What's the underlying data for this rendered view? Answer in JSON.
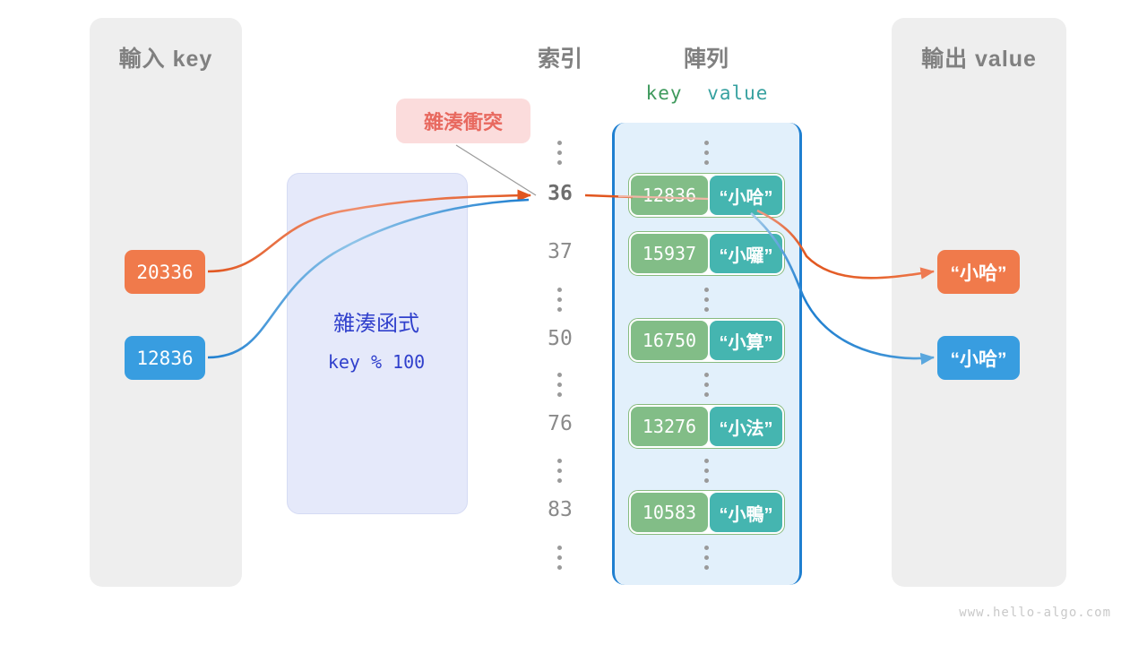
{
  "watermark": "www.hello-algo.com",
  "panels": {
    "input": {
      "title": "輸入 key"
    },
    "output": {
      "title": "輸出 value"
    }
  },
  "headings": {
    "index": "索引",
    "array": "陣列",
    "key": "key",
    "value": "value"
  },
  "hash_function": {
    "title": "雜湊函式",
    "formula": "key % 100"
  },
  "collision": {
    "label": "雜湊衝突",
    "colors": {
      "bg": "#fbdcdc",
      "text": "#e8695f"
    }
  },
  "inputs": [
    {
      "value": "20336",
      "color": "#f07a4b"
    },
    {
      "value": "12836",
      "color": "#389de0"
    }
  ],
  "outputs": [
    {
      "value": "“小哈”",
      "color": "#f07a4b"
    },
    {
      "value": "“小哈”",
      "color": "#389de0"
    }
  ],
  "index_column": [
    {
      "type": "dots"
    },
    {
      "type": "index",
      "label": "36",
      "highlight": true
    },
    {
      "type": "index",
      "label": "37",
      "highlight": false
    },
    {
      "type": "dots"
    },
    {
      "type": "index",
      "label": "50",
      "highlight": false
    },
    {
      "type": "dots"
    },
    {
      "type": "index",
      "label": "76",
      "highlight": false
    },
    {
      "type": "dots"
    },
    {
      "type": "index",
      "label": "83",
      "highlight": false
    },
    {
      "type": "dots"
    }
  ],
  "array_entries": [
    {
      "key": "12836",
      "value": "“小哈”"
    },
    {
      "key": "15937",
      "value": "“小囉”"
    },
    {
      "key": "16750",
      "value": "“小算”"
    },
    {
      "key": "13276",
      "value": "“小法”"
    },
    {
      "key": "10583",
      "value": "“小鴨”"
    }
  ],
  "colors": {
    "panel_bg": "#eeeeee",
    "array_bg": "#e2f0fb",
    "array_border": "#1f7fd0",
    "entry_key": "#82bd87",
    "entry_value": "#45b5b0",
    "hash_bg": "#e5e9fa",
    "hash_text": "#3040cc",
    "orange": "#f07a4b",
    "blue": "#389de0",
    "heading_text": "#808080"
  }
}
